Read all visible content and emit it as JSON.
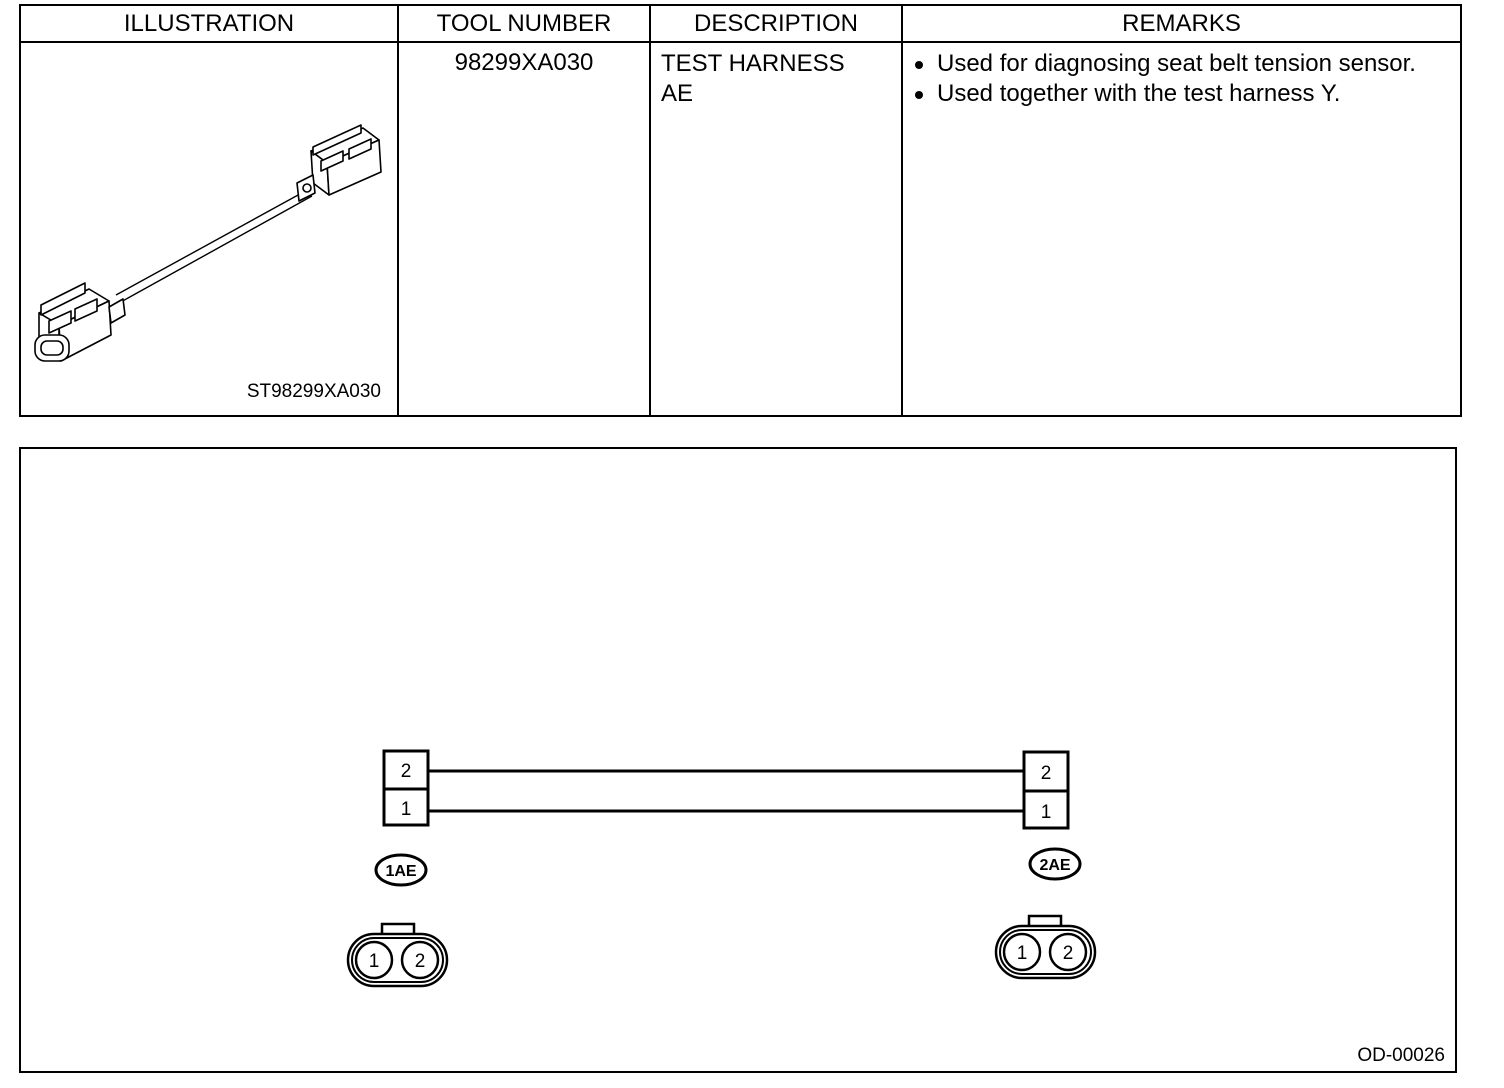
{
  "table": {
    "headers": {
      "illustration": "ILLUSTRATION",
      "tool_number": "TOOL NUMBER",
      "description": "DESCRIPTION",
      "remarks": "REMARKS"
    },
    "row": {
      "illustration_code": "ST98299XA030",
      "tool_number": "98299XA030",
      "description_lines": [
        "TEST HARNESS",
        "AE"
      ],
      "remarks": [
        "Used for diagnosing seat belt tension sensor.",
        "Used together with the test harness Y."
      ]
    }
  },
  "diagram": {
    "left_connector": {
      "label": "1AE",
      "pins_top": "2",
      "pins_bottom": "1",
      "face_pins": [
        "1",
        "2"
      ]
    },
    "right_connector": {
      "label": "2AE",
      "pins_top": "2",
      "pins_bottom": "1",
      "face_pins": [
        "1",
        "2"
      ]
    },
    "figure_code": "OD-00026"
  }
}
